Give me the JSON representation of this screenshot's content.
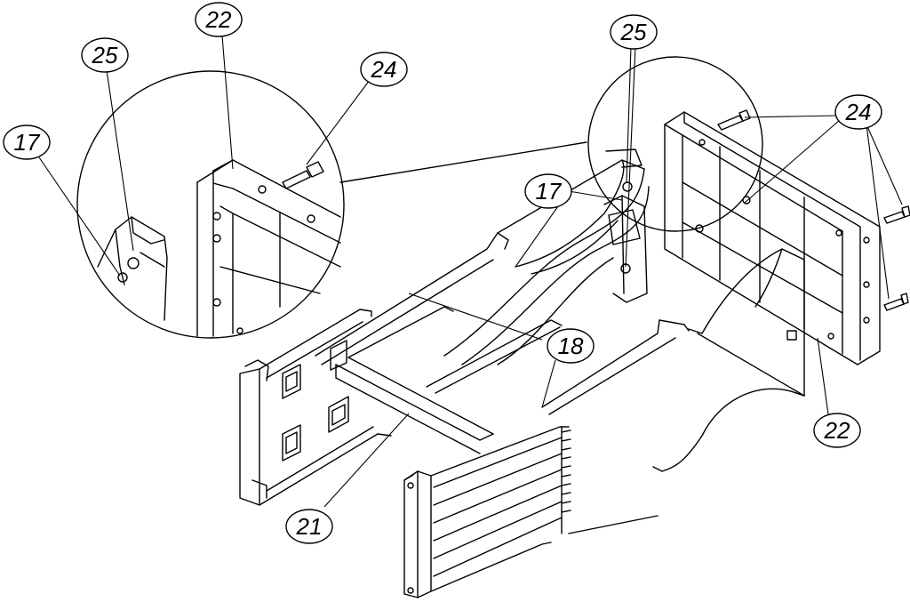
{
  "diagram": {
    "stroke_color": "#000000",
    "background": "#ffffff"
  },
  "callouts": {
    "c22_top": "22",
    "c25_left": "25",
    "c24_top": "24",
    "c17_left": "17",
    "c25_right": "25",
    "c24_right": "24",
    "c17_mid": "17",
    "c18": "18",
    "c22_right": "22",
    "c21": "21"
  }
}
